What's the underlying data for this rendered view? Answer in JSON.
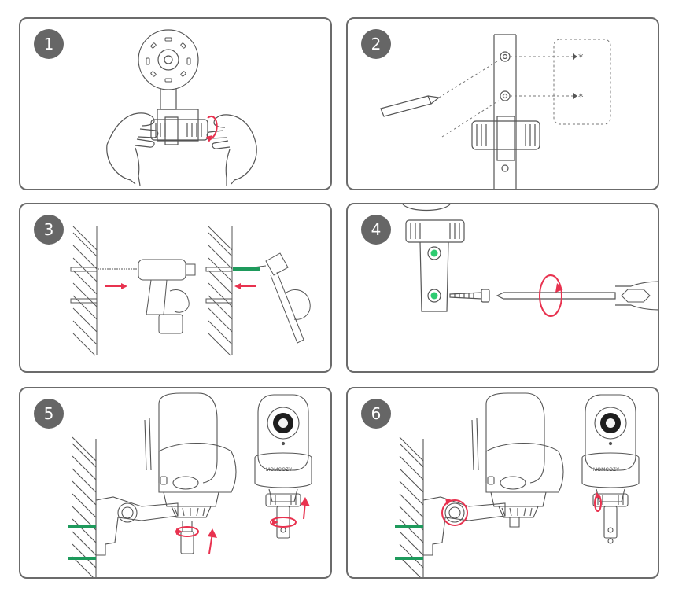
{
  "steps": [
    {
      "number": "1"
    },
    {
      "number": "2",
      "marker_a": "*",
      "marker_b": "*"
    },
    {
      "number": "3"
    },
    {
      "number": "4"
    },
    {
      "number": "5",
      "brand": "MOMCOZY"
    },
    {
      "number": "6",
      "brand": "MOMCOZY"
    }
  ],
  "colors": {
    "accent": "#e8324f",
    "anchor": "#1e9a5c",
    "dot": "#2ecc71",
    "line": "#555555",
    "badge": "#666666",
    "border": "#6b6b6b"
  }
}
